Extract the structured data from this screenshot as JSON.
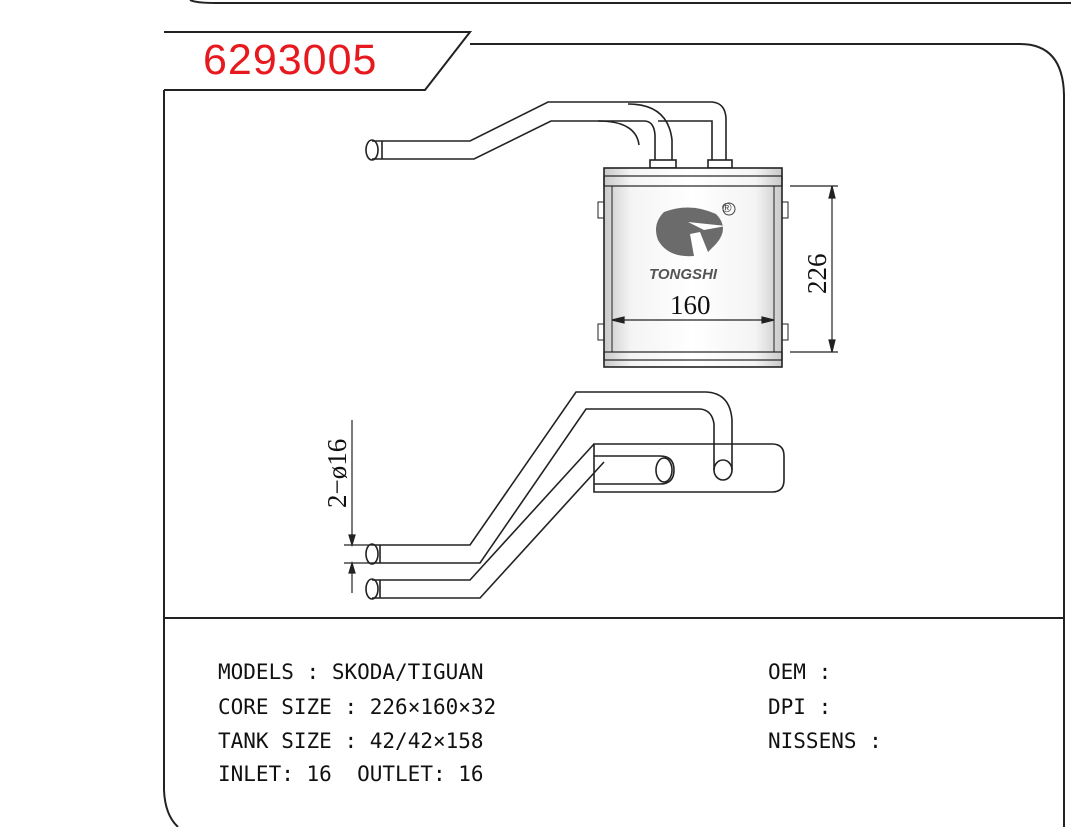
{
  "part_number": "6293005",
  "brand": {
    "name": "TONGSHI",
    "registered_mark": "®"
  },
  "dimensions": {
    "width": "160",
    "height": "226",
    "pipe_diameter": "2−ø16"
  },
  "specs": {
    "models_label": "MODELS",
    "models_value": "SKODA/TIGUAN",
    "core_size_label": "CORE SIZE",
    "core_size_value": "226×160×32",
    "tank_size_label": "TANK SIZE",
    "tank_size_value": "42/42×158",
    "inlet_label": "INLET:",
    "inlet_value": "16",
    "outlet_label": "OUTLET:",
    "outlet_value": "16",
    "oem_label": "OEM",
    "dpi_label": "DPI",
    "nissens_label": "NISSENS",
    "separator": ":"
  },
  "colors": {
    "part_number": "#e8191e",
    "lines": "#222222",
    "core_shade": "#d9d9d9",
    "logo": "#6b6b6b"
  }
}
